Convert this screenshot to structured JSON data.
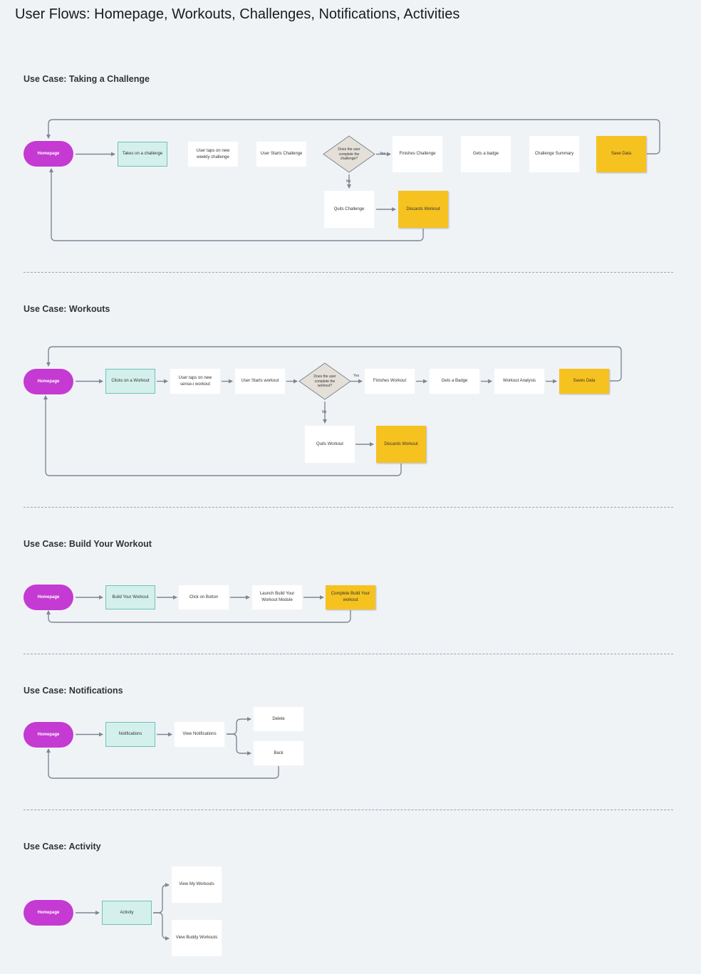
{
  "page_title": "User Flows: Homepage, Workouts, Challenges, Notifications, Activities",
  "sections": {
    "challenge": {
      "title": "Use Case: Taking a Challenge",
      "homepage": "Homepage",
      "takes": "Takes on a challenge",
      "taps": "User taps on new weekly challenge",
      "starts": "User Starts Challenge",
      "decision": "Does the user complete the challenge?",
      "yes": "Yes",
      "no": "No",
      "finishes": "Finishes Challenge",
      "badge": "Gets a badge",
      "summary": "Challenge Summary",
      "save": "Save Data",
      "quits": "Quits Challenge",
      "discards": "Discards Workout"
    },
    "workouts": {
      "title": "Use Case: Workouts",
      "homepage": "Homepage",
      "clicks": "Clicks on a Workout",
      "taps": "User taps on new sense-i workout",
      "starts": "User Starts workout",
      "decision": "Does the user complete the workout?",
      "yes": "Yes",
      "no": "No",
      "finishes": "Finishes Workout",
      "badge": "Gets a Badge",
      "analysis": "Workout Analysis",
      "saves": "Saves Data",
      "quits": "Quits Workout",
      "discards": "Discards Workout"
    },
    "build": {
      "title": "Use Case: Build Your Workout",
      "homepage": "Homepage",
      "build": "Build Your Workout",
      "click": "Click on Button",
      "launch": "Launch Build Your Workout Module",
      "complete": "Complete Build Your workout"
    },
    "notifications": {
      "title": "Use Case: Notifications",
      "homepage": "Homepage",
      "notifications": "Notifications",
      "view": "View Notifications",
      "delete": "Delete",
      "back": "Back"
    },
    "activity": {
      "title": "Use Case: Activity",
      "homepage": "Homepage",
      "activity": "Activity",
      "my": "View My Workouts",
      "buddy": "View Buddy Workouts"
    }
  },
  "colors": {
    "homepage": "#c43ad3",
    "entry": "#d4f0ec",
    "terminal": "#f6c21f",
    "decision": "#e4e0d8",
    "connector": "#7d8794"
  }
}
